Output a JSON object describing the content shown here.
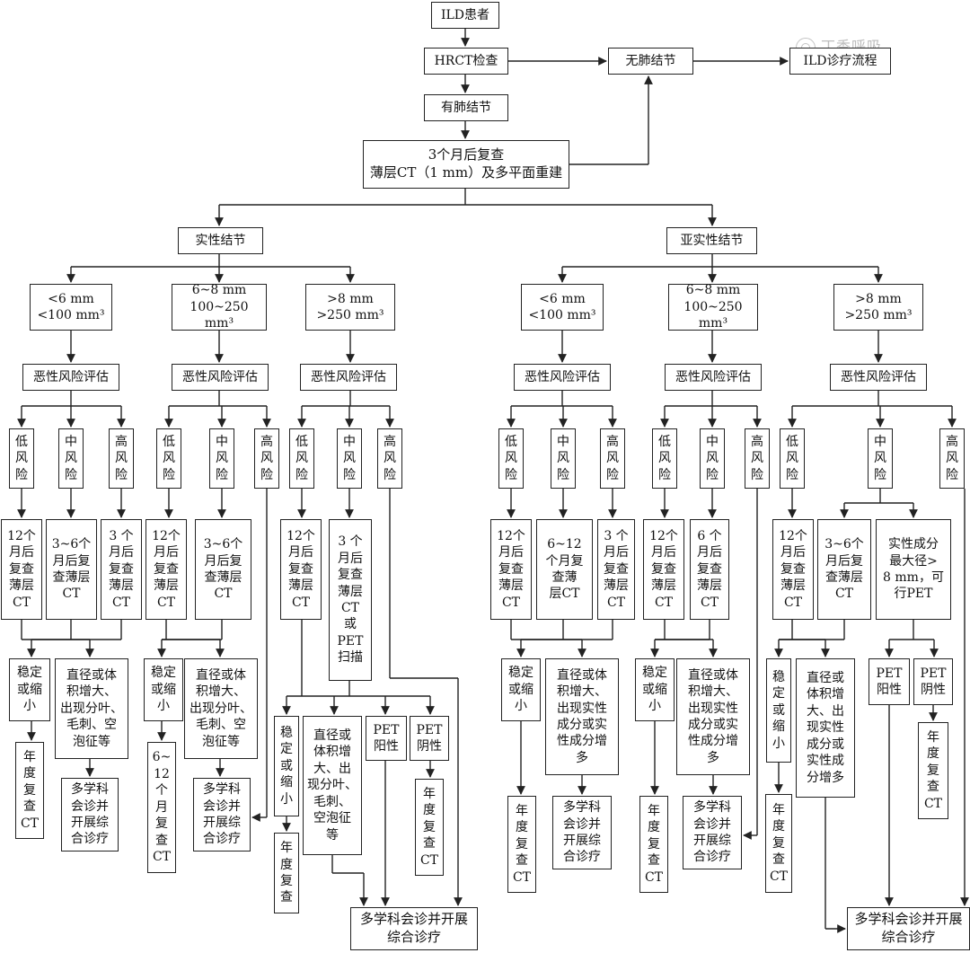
{
  "watermark": "丁香呼吸",
  "nodes": {
    "ild_patient": "ILD患者",
    "hrct": "HRCT检查",
    "no_nodule": "无肺结节",
    "ild_flow": "ILD诊疗流程",
    "has_nodule": "有肺结节",
    "recheck_3m": "3个月后复查\n薄层CT（1 mm）及多平面重建",
    "solid": "实性结节",
    "subsolid": "亚实性结节",
    "s_size_small": "<6 mm\n<100 mm³",
    "s_size_mid": "6~8 mm\n100~250 mm³",
    "s_size_large": ">8 mm\n>250 mm³",
    "s_eval_small": "恶性风险评估",
    "s_eval_mid": "恶性风险评估",
    "s_eval_large": "恶性风险评估",
    "s1_low": "低\n风\n险",
    "s1_mid": "中\n风\n险",
    "s1_high": "高\n风\n险",
    "s2_low": "低\n风\n险",
    "s2_mid": "中\n风\n险",
    "s2_high": "高\n风\n险",
    "s3_low": "低\n风\n险",
    "s3_mid": "中\n风\n险",
    "s3_high": "高\n风\n险",
    "s1_low_act": "12个\n月后\n复查\n薄层\nCT",
    "s1_mid_act": "3~6个\n月后复\n查薄层\nCT",
    "s1_high_act": "3 个\n月后\n复查\n薄层\nCT",
    "s2_low_act": "12个\n月后\n复查\n薄层\nCT",
    "s2_mid_act": "3~6个\n月后复\n查薄层\nCT",
    "s3_low_act": "12个\n月后\n复查\n薄层\nCT",
    "s3_mid_act": "3 个\n月后\n复查\n薄层\nCT\n或\nPET\n扫描",
    "s1_stable": "稳定\n或缩\n小",
    "s1_annual": "年\n度\n复\n查\nCT",
    "s1_grow": "直径或体\n积增大、\n出现分叶、\n毛刺、空\n泡征等",
    "s1_mdt": "多学科\n会诊并\n开展综\n合诊疗",
    "s2_stable": "稳定\n或缩\n小",
    "s2_recheck": "6~\n12\n个\n月\n复\n查\nCT",
    "s2_grow": "直径或体\n积增大、\n出现分叶、\n毛刺、空\n泡征等",
    "s2_mdt": "多学科\n会诊并\n开展综\n合诊疗",
    "s3_stable": "稳\n定\n或\n缩\n小",
    "s3_annual": "年\n度\n复\n查",
    "s3_grow": "直径或\n体积增\n大、出\n现分叶、\n毛刺、\n空泡征\n等",
    "s3_pet_pos": "PET\n阳性",
    "s3_pet_neg": "PET\n阴性",
    "s3_pet_neg_annual": "年\n度\n复\n查\nCT",
    "s_final_mdt": "多学科会诊并开展\n综合诊疗",
    "u_size_small": "<6 mm\n<100 mm³",
    "u_size_mid": "6~8 mm\n100~250 mm³",
    "u_size_large": ">8 mm\n>250 mm³",
    "u_eval_small": "恶性风险评估",
    "u_eval_mid": "恶性风险评估",
    "u_eval_large": "恶性风险评估",
    "u1_low": "低\n风\n险",
    "u1_mid": "中\n风\n险",
    "u1_high": "高\n风\n险",
    "u2_low": "低\n风\n险",
    "u2_mid": "中\n风\n险",
    "u2_high": "高\n风\n险",
    "u3_low": "低\n风\n险",
    "u3_mid": "中\n风\n险",
    "u3_high": "高\n风\n险",
    "u1_low_act": "12个\n月后\n复查\n薄层\nCT",
    "u1_mid_act": "6~12\n个月复\n查薄\n层CT",
    "u1_high_act": "3 个\n月后\n复查\n薄层\nCT",
    "u2_low_act": "12个\n月后\n复查\n薄层\nCT",
    "u2_mid_act": "6 个\n月后\n复查\n薄层\nCT",
    "u3_low_act": "12个\n月后\n复查\n薄层\nCT",
    "u3_mid_act": "3~6个\n月后复\n查薄层\nCT",
    "u3_mid_solid": "实性成分\n最大径>\n8 mm，可\n行PET",
    "u1_stable": "稳定\n或缩\n小",
    "u1_annual": "年\n度\n复\n查\nCT",
    "u1_grow": "直径或体\n积增大、\n出现实性\n成分或实\n性成分增\n多",
    "u1_mdt": "多学科\n会诊并\n开展综\n合诊疗",
    "u2_stable": "稳定\n或缩\n小",
    "u2_annual": "年\n度\n复\n查\nCT",
    "u2_grow": "直径或体\n积增大、\n出现实性\n成分或实\n性成分增\n多",
    "u2_mdt": "多学科\n会诊并\n开展综\n合诊疗",
    "u3_stable": "稳\n定\n或\n缩\n小",
    "u3_annual": "年\n度\n复\n查\nCT",
    "u3_grow": "直径或\n体积增\n大、出\n现实性\n成分或\n实性成\n分增多",
    "u3_pet_pos": "PET\n阳性",
    "u3_pet_neg": "PET\n阴性",
    "u3_pet_neg_annual": "年\n度\n复\n查\nCT",
    "u_final_mdt": "多学科会诊并开展\n综合诊疗"
  }
}
